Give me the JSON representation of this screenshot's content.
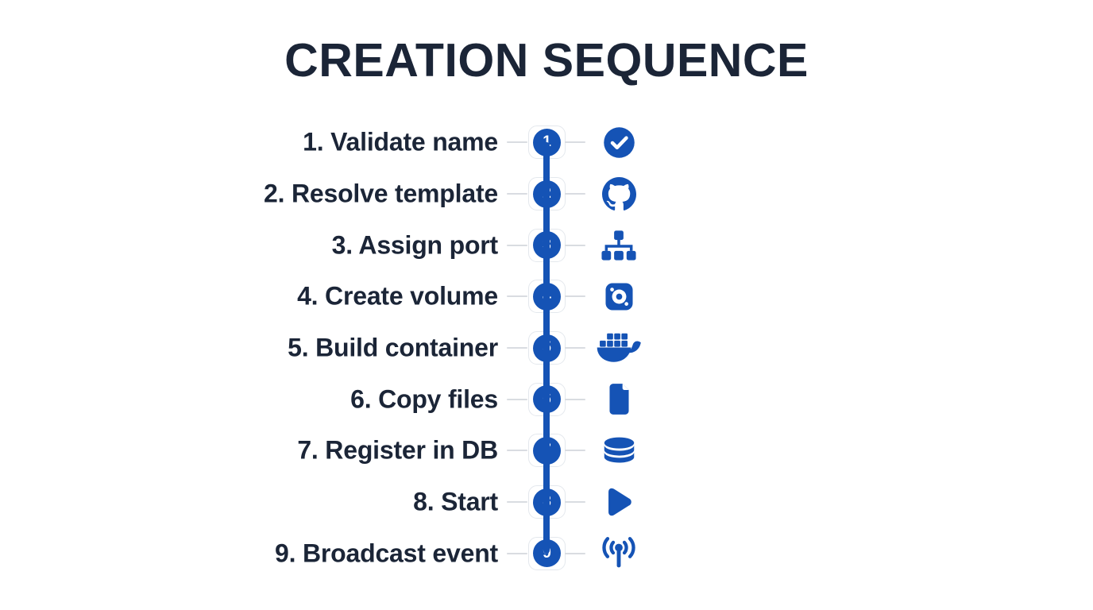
{
  "title": "CREATION SEQUENCE",
  "colors": {
    "accent": "#1553B5",
    "heading": "#1B2537",
    "tick": "#D9DCE1",
    "card_border": "#E4E8ED",
    "background": "#FFFFFF"
  },
  "steps": [
    {
      "number": "1",
      "label": "1. Validate name",
      "icon": "check-circle-icon"
    },
    {
      "number": "2",
      "label": "2. Resolve template",
      "icon": "github-icon"
    },
    {
      "number": "3",
      "label": "3. Assign port",
      "icon": "sitemap-icon"
    },
    {
      "number": "4",
      "label": "4. Create volume",
      "icon": "storage-disk-icon"
    },
    {
      "number": "5",
      "label": "5. Build container",
      "icon": "docker-whale-icon"
    },
    {
      "number": "6",
      "label": "6. Copy files",
      "icon": "file-icon"
    },
    {
      "number": "7",
      "label": "7. Register in DB",
      "icon": "database-icon"
    },
    {
      "number": "8",
      "label": "8. Start",
      "icon": "play-icon"
    },
    {
      "number": "9",
      "label": "9. Broadcast event",
      "icon": "broadcast-icon"
    }
  ]
}
